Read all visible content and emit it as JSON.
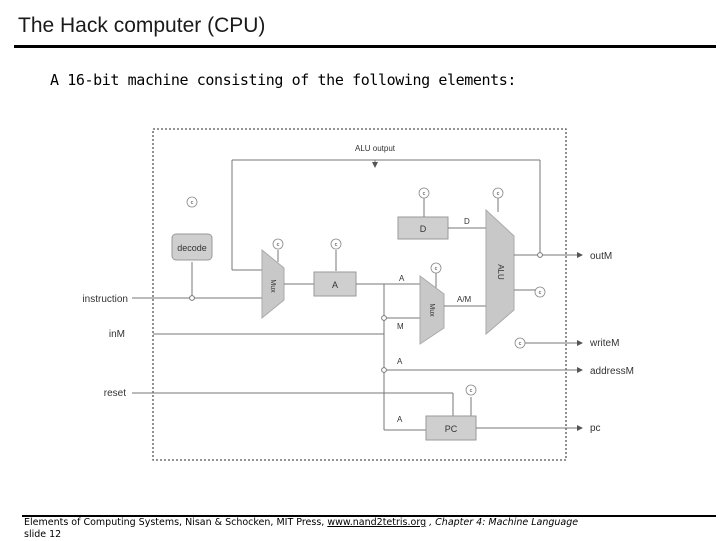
{
  "header": {
    "title": "The Hack computer (CPU)",
    "subtitle": "A 16-bit machine consisting of the following elements:"
  },
  "diagram": {
    "inputs": {
      "instruction": "instruction",
      "inM": "inM",
      "reset": "reset"
    },
    "outputs": {
      "outM": "outM",
      "writeM": "writeM",
      "addressM": "addressM",
      "pc": "pc"
    },
    "blocks": {
      "decode": "decode",
      "mux1": "Mux",
      "a_register": "A",
      "d_register": "D",
      "mux2": "Mux",
      "alu": "ALU",
      "pc": "PC"
    },
    "wire_labels": {
      "alu_output": "ALU output",
      "d": "D",
      "a_to_mux": "A",
      "a_m": "A/M",
      "m": "M",
      "a_address": "A",
      "a_pc": "A"
    },
    "control_bit": "c"
  },
  "footer": {
    "source": "Elements of Computing Systems, Nisan & Schocken, MIT Press, ",
    "link": "www.nand2tetris.org",
    "chapter": " , Chapter 4: Machine Language",
    "slide": "slide 12"
  }
}
